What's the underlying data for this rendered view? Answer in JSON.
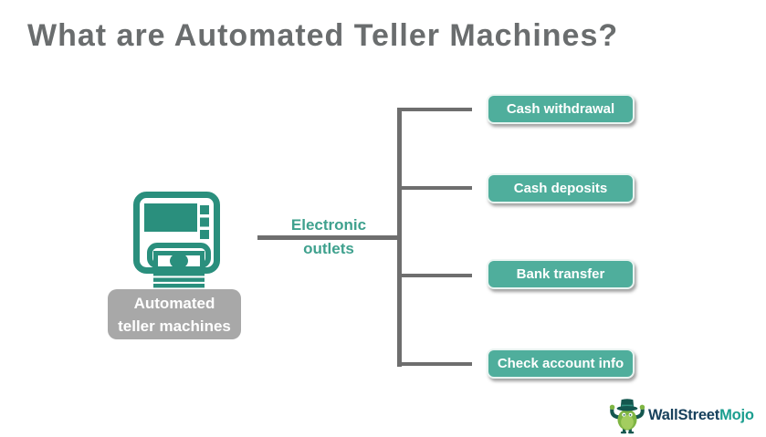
{
  "title": "What are Automated Teller Machines?",
  "atm": {
    "icon": "atm-machine-icon",
    "label_lines": [
      "Automated",
      "teller machines"
    ],
    "label": "Automated teller machines"
  },
  "connector": {
    "label_lines": [
      "Electronic",
      "outlets"
    ],
    "label": "Electronic outlets"
  },
  "functions": [
    "Cash withdrawal",
    "Cash deposits",
    "Bank transfer",
    "Check account info"
  ],
  "logo": {
    "icon": "wallstreetmojo-mascot-icon",
    "part1": "WallStreet",
    "part2": "Mojo"
  },
  "colors": {
    "title_text": "#6a6d6e",
    "atm_icon_teal": "#2a8f7d",
    "function_box_fill": "#4fae9c",
    "function_box_border": "#e9f4f1",
    "function_box_text": "#ffffff",
    "connector_label_text": "#3fa18e",
    "connector_line_gray": "#6e6e6e",
    "source_label_bg": "#a8a8a8",
    "source_label_text": "#ffffff",
    "logo_navy": "#17405c",
    "logo_teal": "#1b9e8f",
    "background": "#ffffff"
  }
}
